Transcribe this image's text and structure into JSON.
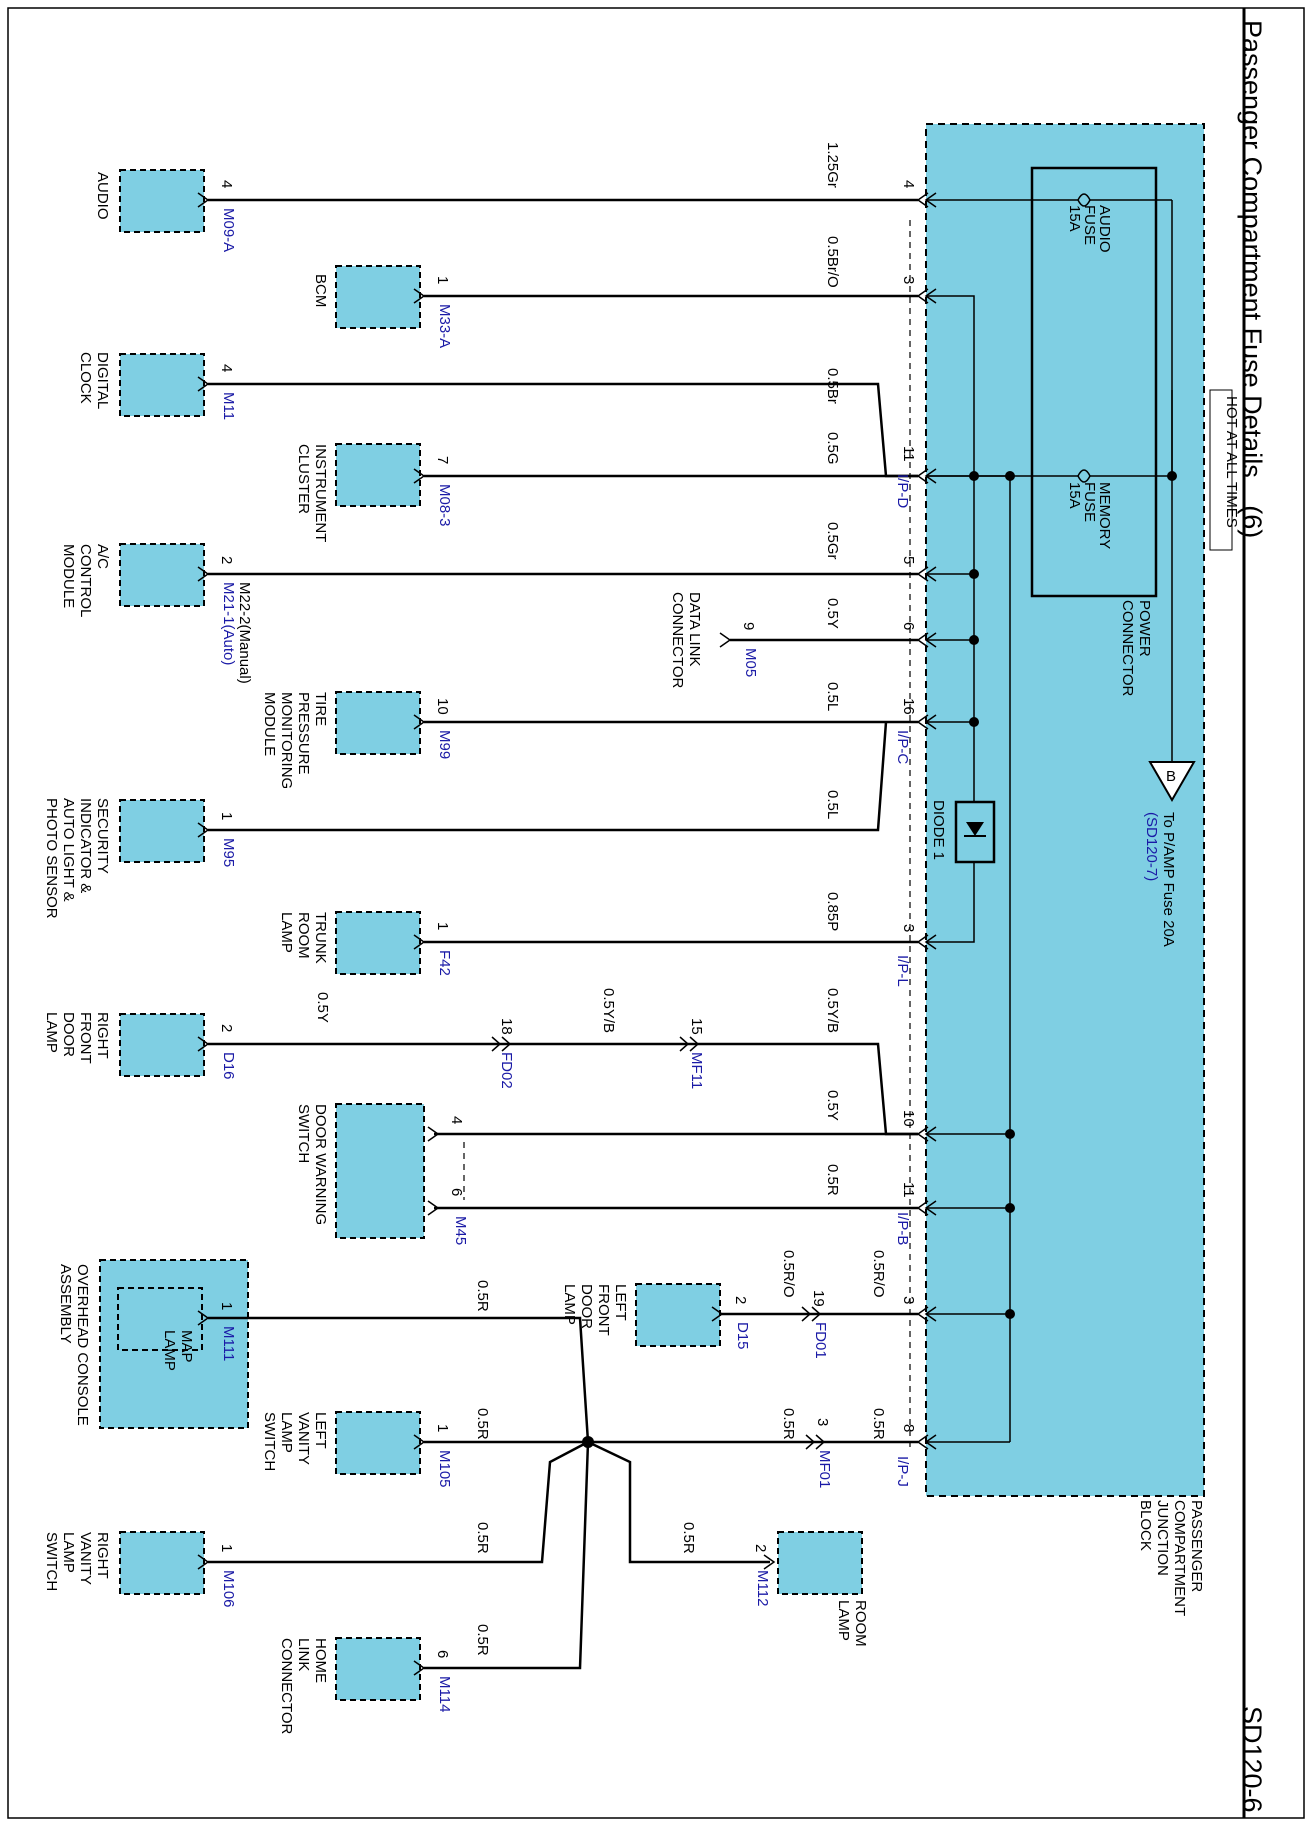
{
  "page": {
    "title": "Passenger Compartment Fuse Details",
    "page_number": "(6)",
    "code": "SD120-6"
  },
  "colors": {
    "component_fill": "#7fcfe3",
    "wire": "#000000",
    "connector_blue": "#1a1aa6"
  },
  "junction_block": {
    "name_lines": [
      "PASSENGER",
      "COMPARTMENT",
      "JUNCTION",
      "BLOCK"
    ],
    "power_connector": [
      "POWER",
      "CONNECTOR"
    ],
    "hot_label": "HOT AT ALL TIMES",
    "fuses": [
      {
        "lines": [
          "AUDIO",
          "FUSE",
          "15A"
        ]
      },
      {
        "lines": [
          "MEMORY",
          "FUSE",
          "15A"
        ]
      }
    ],
    "offpage": {
      "letter": "B",
      "text": "To P/AMP Fuse 20A",
      "ref": "(SD120-7)"
    },
    "diode": "DIODE 1",
    "connectors": [
      "I/P-D",
      "I/P-C",
      "I/P-L",
      "I/P-B",
      "I/P-J"
    ]
  },
  "wires": [
    {
      "id": "audio",
      "pin_jb": "4",
      "color": "1.25Gr",
      "pin_comp": "4",
      "connector": "M09-A",
      "component": [
        "AUDIO"
      ]
    },
    {
      "id": "bcm",
      "pin_jb": "3",
      "color": "0.5Br/O",
      "pin_comp": "1",
      "connector": "M33-A",
      "component": [
        "BCM"
      ]
    },
    {
      "id": "clock",
      "color": "0.5Br",
      "pin_comp": "4",
      "connector": "M11",
      "component": [
        "DIGITAL",
        "CLOCK"
      ]
    },
    {
      "id": "cluster",
      "pin_jb": "11",
      "color": "0.5G",
      "pin_comp": "7",
      "connector": "M08-3",
      "component": [
        "INSTRUMENT",
        "CLUSTER"
      ]
    },
    {
      "id": "ac",
      "pin_jb": "5",
      "color": "0.5Gr",
      "pin_comp": "2",
      "connector": "M21-1(Auto)",
      "connector2": "M22-2(Manual)",
      "component": [
        "A/C",
        "CONTROL",
        "MODULE"
      ]
    },
    {
      "id": "dlc",
      "pin_jb": "6",
      "color": "0.5Y",
      "pin_comp": "9",
      "connector": "M05",
      "component": [
        "DATA LINK",
        "CONNECTOR"
      ]
    },
    {
      "id": "tpms",
      "pin_jb": "16",
      "color": "0.5L",
      "pin_comp": "10",
      "connector": "M99",
      "component": [
        "TIRE",
        "PRESSURE",
        "MONITORING",
        "MODULE"
      ]
    },
    {
      "id": "security",
      "color": "0.5L",
      "pin_comp": "1",
      "connector": "M95",
      "component": [
        "SECURITY",
        "INDICATOR &",
        "AUTO LIGHT &",
        "PHOTO SENSOR"
      ]
    },
    {
      "id": "trunk",
      "pin_jb": "3",
      "color": "0.85P",
      "pin_comp": "1",
      "connector": "F42",
      "component": [
        "TRUNK",
        "ROOM",
        "LAMP"
      ]
    },
    {
      "id": "rfdoor",
      "pin_jb": "10",
      "color1": "0.5Y/B",
      "inline2_pin": "15",
      "inline2": "MF11",
      "color2": "0.5Y/B",
      "inline1_pin": "18",
      "inline1": "FD02",
      "color3": "0.5Y",
      "pin_comp": "2",
      "connector": "D16",
      "component": [
        "RIGHT",
        "FRONT",
        "DOOR",
        "LAMP"
      ]
    },
    {
      "id": "doorwarn",
      "pin_jb_a": "10",
      "color_a": "0.5Y",
      "pin_comp_a": "4",
      "pin_jb_b": "11",
      "color_b": "0.5R",
      "pin_comp_b": "6",
      "connector": "M45",
      "component": [
        "DOOR WARNING",
        "SWITCH"
      ]
    },
    {
      "id": "lfdoor",
      "pin_jb": "3",
      "color1": "0.5R/O",
      "inline_pin": "19",
      "inline": "FD01",
      "color2": "0.5R/O",
      "pin_comp": "2",
      "connector": "D15",
      "component": [
        "LEFT",
        "FRONT",
        "DOOR",
        "LAMP"
      ]
    },
    {
      "id": "lamps",
      "pin_jb": "8",
      "color1": "0.5R",
      "inline_pin": "3",
      "inline": "MF01",
      "color2": "0.5R"
    },
    {
      "id": "overhead",
      "color": "0.5R",
      "pin_comp": "1",
      "connector": "M111",
      "component": [
        "OVERHEAD CONSOLE",
        "ASSEMBLY"
      ],
      "inner": [
        "MAP",
        "LAMP"
      ]
    },
    {
      "id": "lvanity",
      "color": "0.5R",
      "pin_comp": "1",
      "connector": "M105",
      "component": [
        "LEFT",
        "VANITY",
        "LAMP",
        "SWITCH"
      ]
    },
    {
      "id": "rvanity",
      "color": "0.5R",
      "pin_comp": "1",
      "connector": "M106",
      "component": [
        "RIGHT",
        "VANITY",
        "LAMP",
        "SWITCH"
      ]
    },
    {
      "id": "room",
      "color": "0.5R",
      "pin_comp": "2",
      "connector": "M112",
      "component": [
        "ROOM",
        "LAMP"
      ]
    },
    {
      "id": "homelink",
      "color": "0.5R",
      "pin_comp": "6",
      "connector": "M114",
      "component": [
        "HOME",
        "LINK",
        "CONNECTOR"
      ]
    }
  ]
}
